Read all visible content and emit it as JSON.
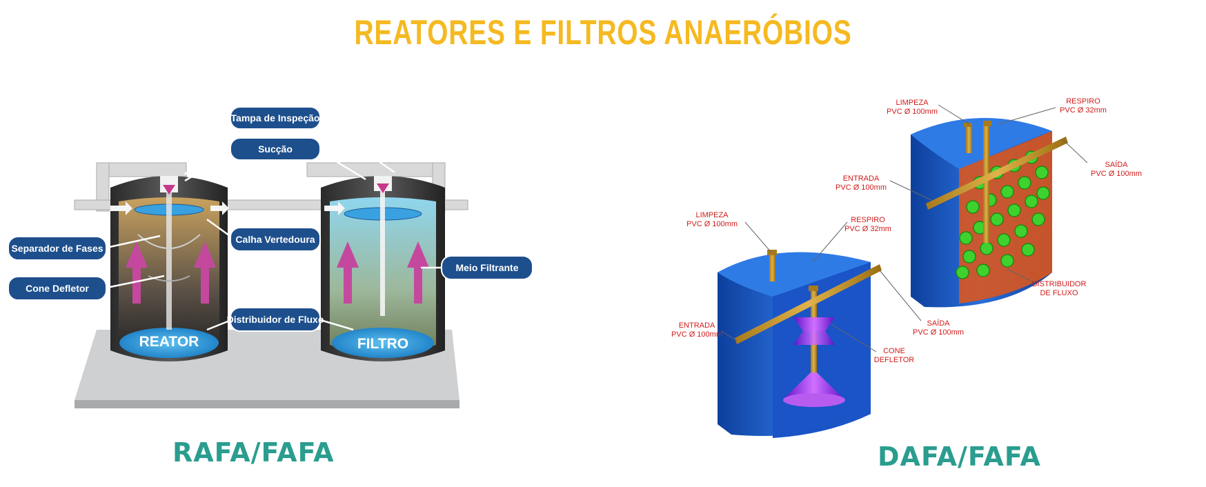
{
  "title": "REATORES E FILTROS ANAERÓBIOS",
  "colors": {
    "title": "#f5b921",
    "caption": "#2a9d8f",
    "callout_fill": "#1d4f8c",
    "red_label": "#d11a1a"
  },
  "left": {
    "caption": "RAFA/FAFA",
    "callouts": {
      "tampa": "Tampa de Inspeção",
      "succao": "Sucção",
      "separador": "Separador de Fases",
      "calha": "Calha Vertedoura",
      "cone": "Cone Defletor",
      "meio": "Meio Filtrante",
      "distribuidor": "Distribuidor de Fluxo"
    },
    "tanks": {
      "reator": "REATOR",
      "filtro": "FILTRO"
    }
  },
  "right": {
    "caption": "DAFA/FAFA",
    "labels": {
      "limpeza1_a": "LIMPEZA",
      "limpeza1_b": "PVC Ø 100mm",
      "respiro1_a": "RESPIRO",
      "respiro1_b": "PVC Ø 32mm",
      "saida1_a": "SAÍDA",
      "saida1_b": "PVC Ø 100mm",
      "entrada1_a": "ENTRADA",
      "entrada1_b": "PVC Ø 100mm",
      "distrib_a": "DISTRIBUIDOR",
      "distrib_b": "DE FLUXO",
      "limpeza2_a": "LIMPEZA",
      "limpeza2_b": "PVC Ø 100mm",
      "respiro2_a": "RESPIRO",
      "respiro2_b": "PVC Ø 32mm",
      "entrada2_a": "ENTRADA",
      "entrada2_b": "PVC Ø 100mm",
      "saida2_a": "SAÍDA",
      "saida2_b": "PVC Ø 100mm",
      "cone_a": "CONE",
      "cone_b": "DEFLETOR"
    }
  }
}
